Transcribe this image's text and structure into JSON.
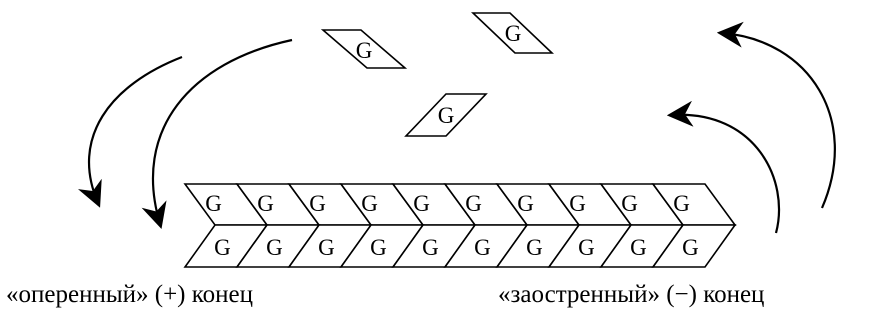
{
  "subunit_label": "G",
  "labels": {
    "plus_end": "«оперенный» (+) конец",
    "minus_end": "«заостренный» (−) конец"
  },
  "filament": {
    "top_strand_count": 10,
    "bottom_strand_count": 10
  },
  "free_monomer_count": 3,
  "colors": {
    "stroke": "#000000",
    "background": "#ffffff"
  }
}
